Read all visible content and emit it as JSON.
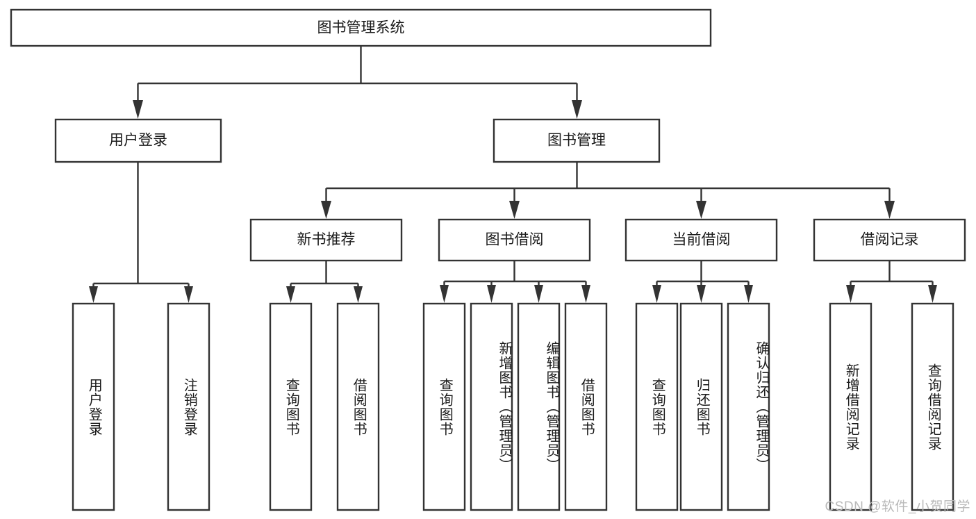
{
  "diagram": {
    "title": "图书管理系统",
    "type": "tree-hierarchy-chart",
    "watermark": "CSDN @软件_小贺同学",
    "colors": {
      "box_stroke": "#333333",
      "box_fill": "#ffffff",
      "text": "#1a1a1a",
      "watermark": "#b9b9b9",
      "background": "#ffffff"
    },
    "nodes": {
      "root": {
        "label": "图书管理系统"
      },
      "level2": [
        {
          "id": "user-login",
          "label": "用户登录"
        },
        {
          "id": "book-management",
          "label": "图书管理"
        }
      ],
      "level3": [
        {
          "id": "new-book-recommend",
          "label": "新书推荐"
        },
        {
          "id": "book-borrow",
          "label": "图书借阅"
        },
        {
          "id": "current-borrow",
          "label": "当前借阅"
        },
        {
          "id": "borrow-record",
          "label": "借阅记录"
        }
      ],
      "leaves": {
        "user_login": [
          {
            "id": "leaf-user-login",
            "label": "用户登录"
          },
          {
            "id": "leaf-logout-login",
            "label": "注销登录"
          }
        ],
        "new_book_recommend": [
          {
            "id": "leaf-query-book-1",
            "label": "查询图书"
          },
          {
            "id": "leaf-borrow-book-1",
            "label": "借阅图书"
          }
        ],
        "book_borrow": [
          {
            "id": "leaf-query-book-2",
            "label": "查询图书"
          },
          {
            "id": "leaf-add-book",
            "label": "新增图书（管理员）"
          },
          {
            "id": "leaf-edit-book",
            "label": "编辑图书（管理员）"
          },
          {
            "id": "leaf-borrow-book-2",
            "label": "借阅图书"
          }
        ],
        "current_borrow": [
          {
            "id": "leaf-query-book-3",
            "label": "查询图书"
          },
          {
            "id": "leaf-return-book",
            "label": "归还图书"
          },
          {
            "id": "leaf-confirm-return",
            "label": "确认归还（管理员）"
          }
        ],
        "borrow_record": [
          {
            "id": "leaf-add-record",
            "label": "新增借阅记录"
          },
          {
            "id": "leaf-query-record",
            "label": "查询借阅记录"
          }
        ]
      }
    }
  }
}
